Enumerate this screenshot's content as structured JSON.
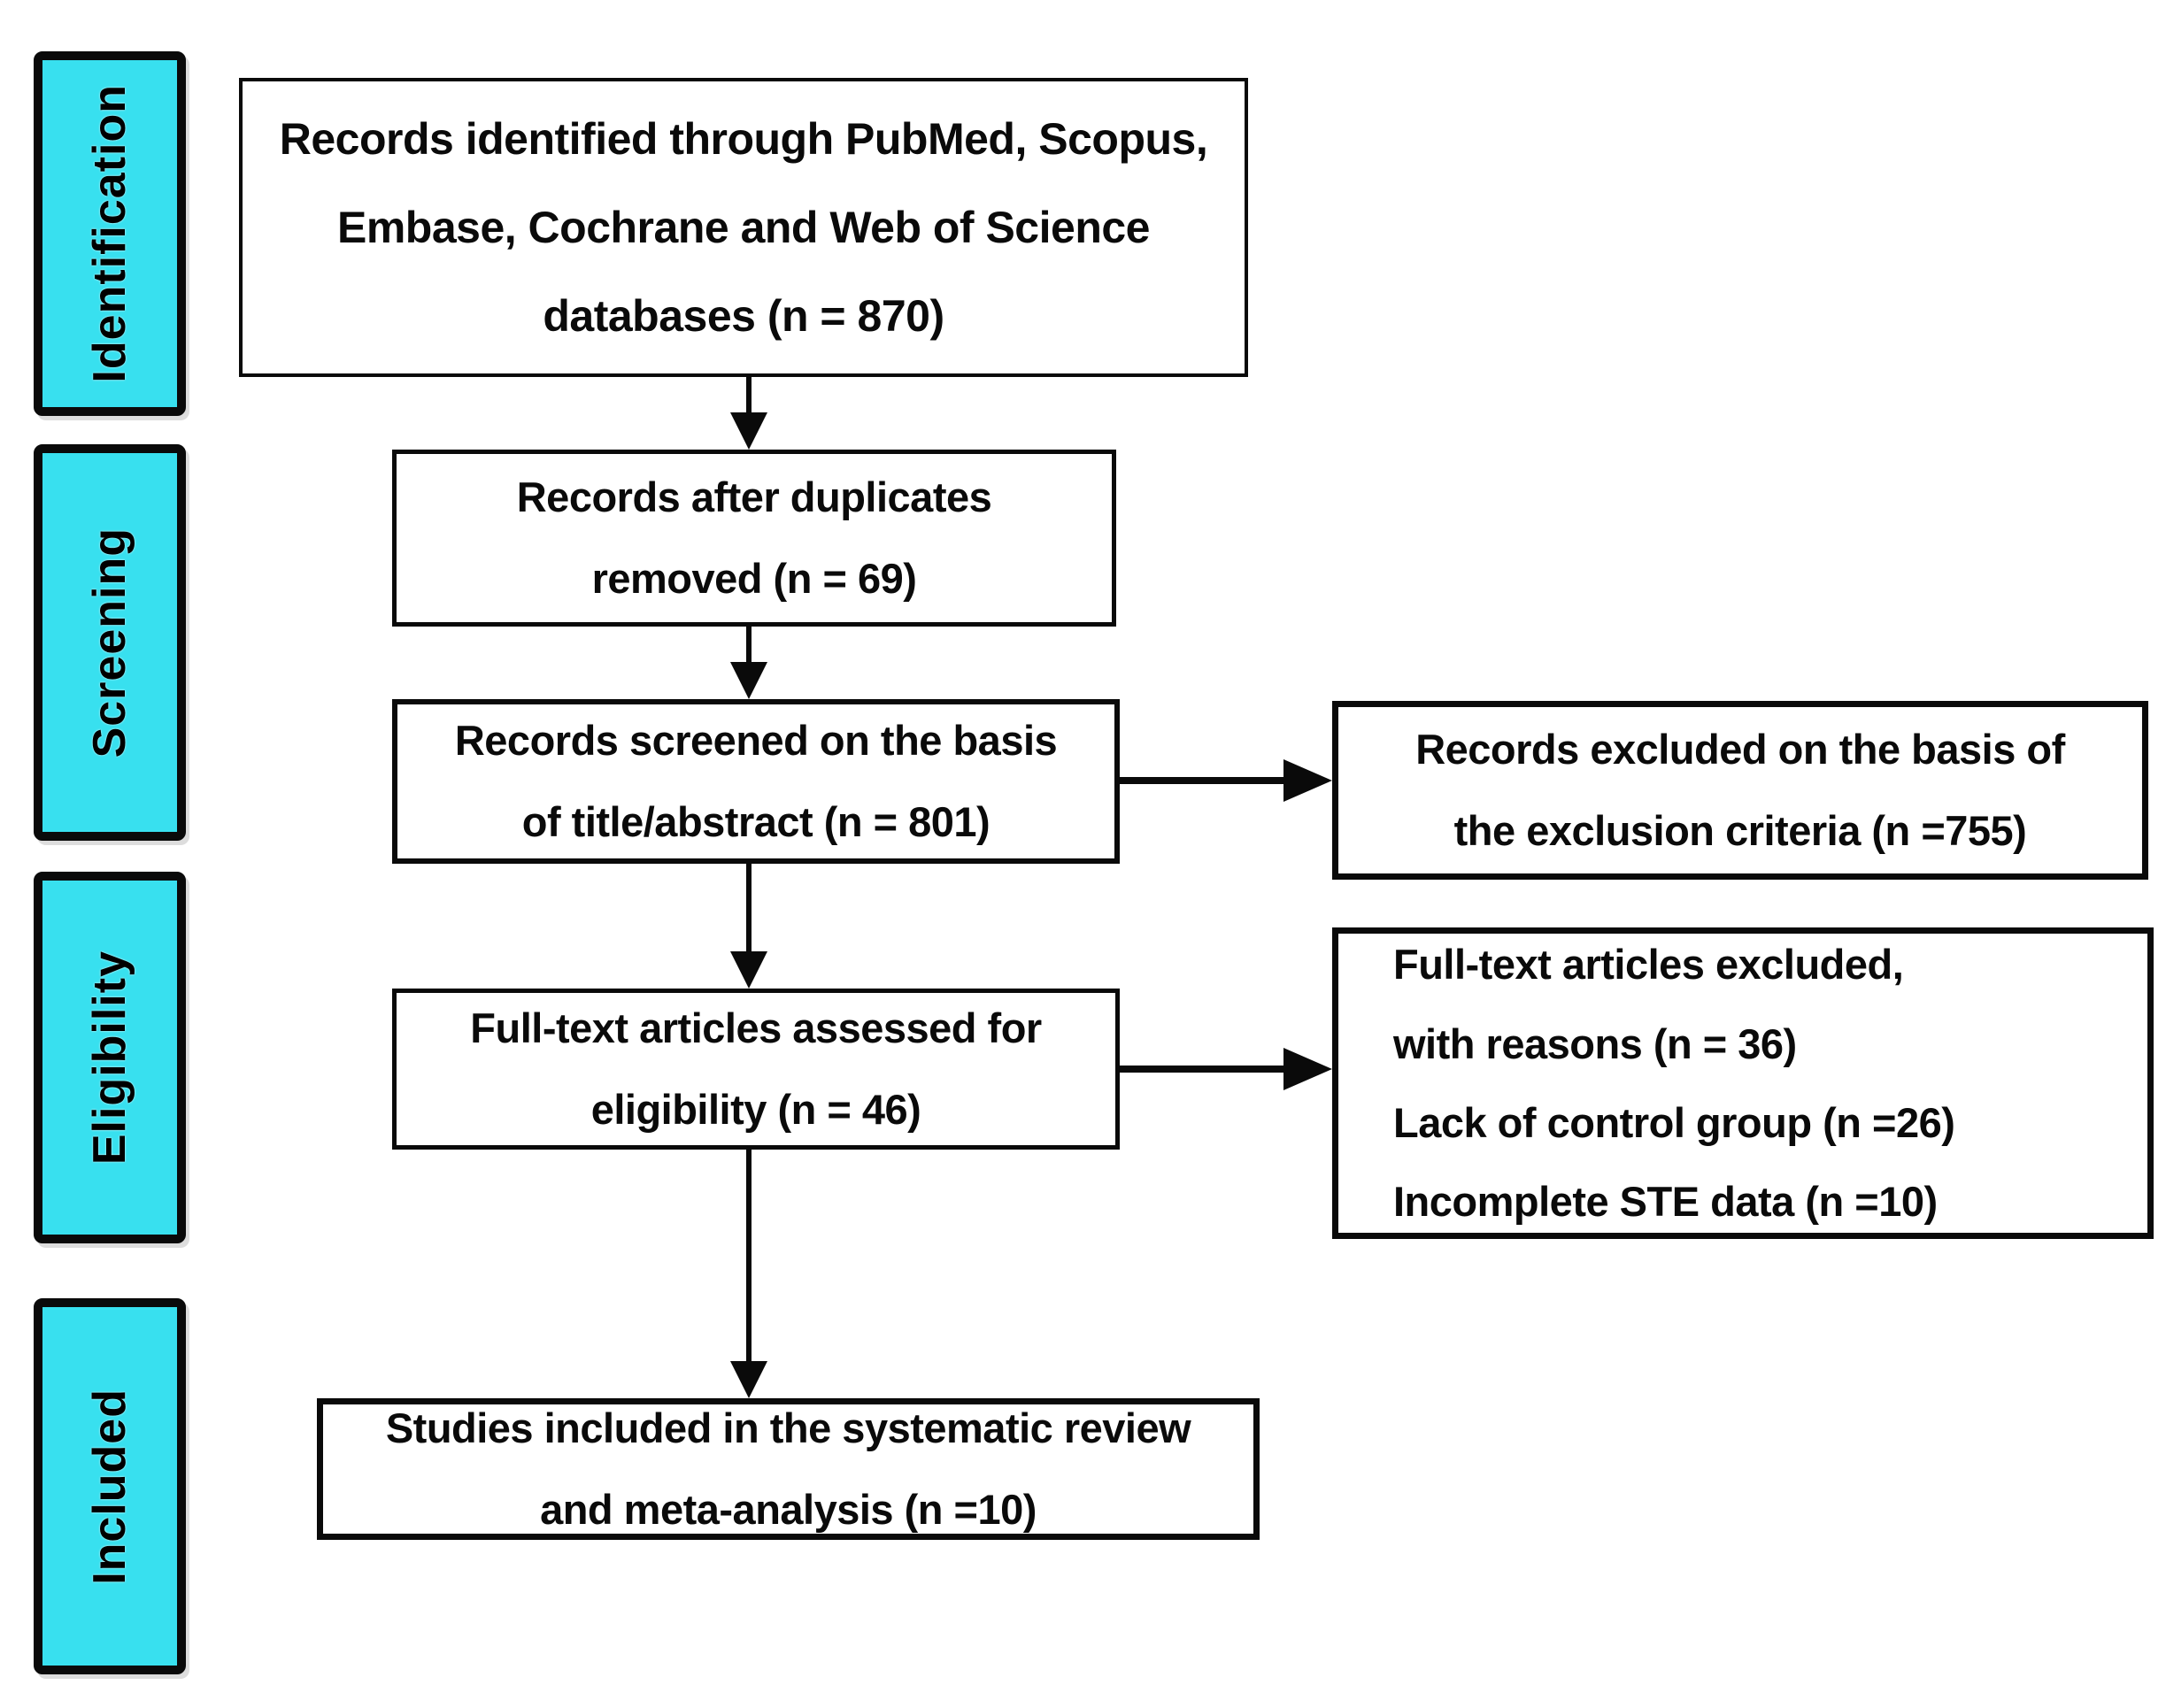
{
  "colors": {
    "phase_bar_fill": "#38E0EF",
    "border": "#0a0a0a",
    "background": "#ffffff"
  },
  "sidebar": {
    "items": [
      {
        "label": "Identification"
      },
      {
        "label": "Screening"
      },
      {
        "label": "Eligibility"
      },
      {
        "label": "Included"
      }
    ]
  },
  "flow": {
    "identified": {
      "lines": [
        "Records identified through PubMed, Scopus,",
        "Embase, Cochrane and Web of Science",
        "databases (n = 870)"
      ]
    },
    "duplicates_removed": {
      "lines": [
        "Records after duplicates",
        "removed (n = 69)"
      ]
    },
    "screened": {
      "lines": [
        "Records screened on the basis",
        "of title/abstract (n = 801)"
      ]
    },
    "fulltext_assessed": {
      "lines": [
        "Full-text articles assessed for",
        "eligibility (n = 46)"
      ]
    },
    "included_studies": {
      "lines": [
        "Studies included in the systematic review",
        "and meta-analysis (n =10)"
      ]
    },
    "records_excluded": {
      "lines": [
        "Records excluded on the basis of",
        "the exclusion criteria (n =755)"
      ]
    },
    "fulltext_excluded": {
      "lines": [
        "Full-text articles excluded,",
        "with reasons (n = 36)",
        "Lack of control group (n =26)",
        "Incomplete STE data (n =10)"
      ]
    }
  }
}
